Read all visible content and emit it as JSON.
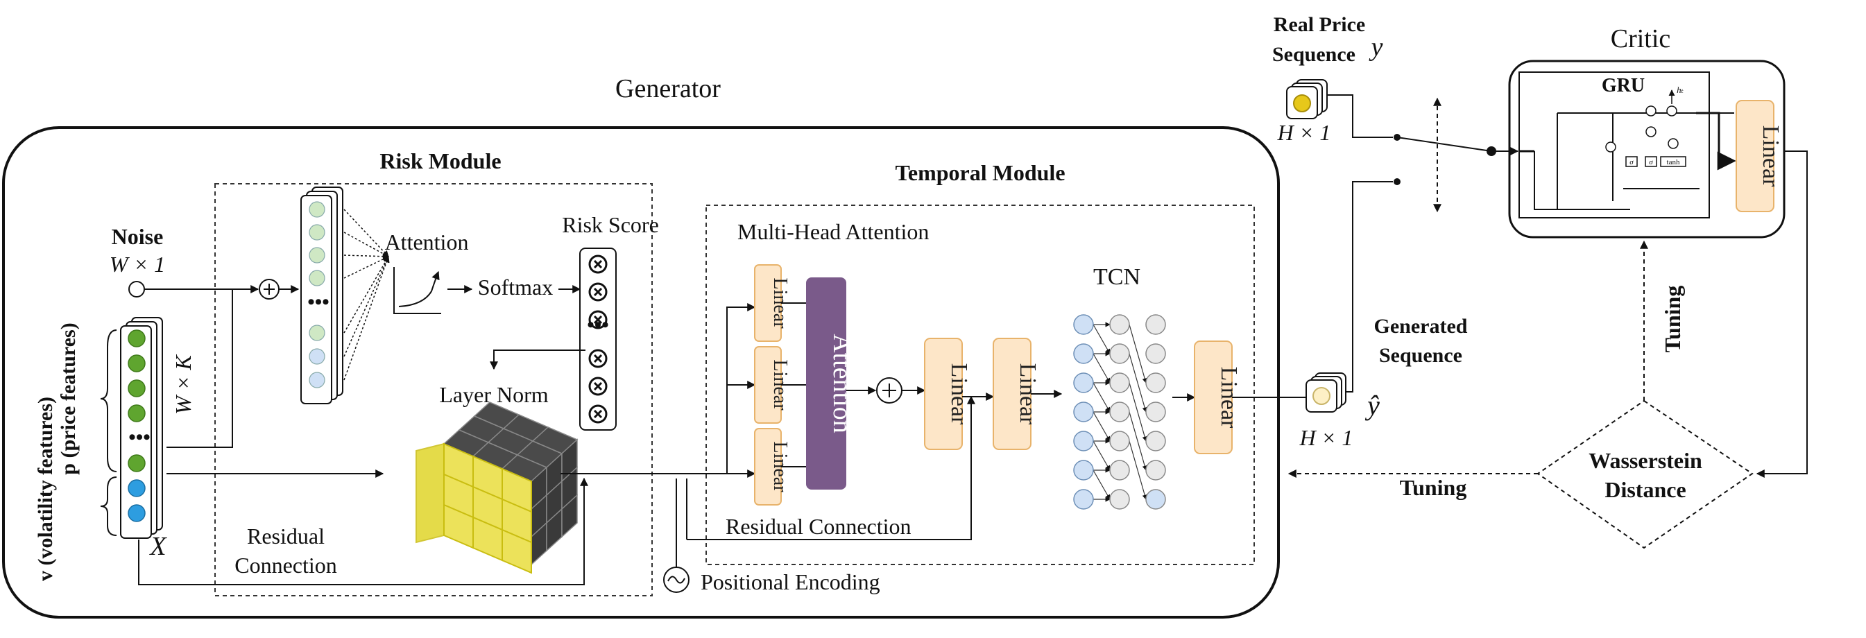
{
  "generator": {
    "title": "Generator",
    "noise_label": "Noise",
    "noise_dim": "W × 1",
    "input_dim": "W × K",
    "input_symbol": "X",
    "price_features_label": "p (price features)",
    "volatility_features_label": "v (volatility features)",
    "ellipsis": "•••",
    "risk_module": {
      "title": "Risk Module",
      "attention_label": "Attention",
      "softmax_label": "Softmax",
      "risk_score_label": "Risk Score",
      "layer_norm_label": "Layer Norm",
      "residual_label_line1": "Residual",
      "residual_label_line2": "Connection"
    },
    "temporal_module": {
      "title": "Temporal Module",
      "mha_label": "Multi-Head Attention",
      "linear_label": "Linear",
      "attention_block_label": "Attention",
      "tcn_label": "TCN",
      "residual_label": "Residual Connection",
      "positional_encoding_label": "Positional Encoding"
    }
  },
  "real_sequence": {
    "label_line1": "Real Price",
    "label_line2": "Sequence",
    "symbol": "y",
    "dim": "H × 1"
  },
  "generated_sequence": {
    "label_line1": "Generated",
    "label_line2": "Sequence",
    "symbol": "ŷ",
    "dim": "H × 1"
  },
  "critic": {
    "title": "Critic",
    "gru_label": "GRU",
    "linear_label": "Linear",
    "gate_sigma": "σ",
    "gate_tanh": "tanh",
    "hidden_state": "hₜ"
  },
  "wasserstein": {
    "line1": "Wasserstein",
    "line2": "Distance"
  },
  "tuning_label": "Tuning",
  "colors": {
    "green": "#5fa52f",
    "light_green": "#cfe8c4",
    "blue": "#2d9de0",
    "light_blue": "#cfe0f5",
    "linear_fill": "#fde6c8",
    "linear_stroke": "#e8b36b",
    "attention_fill": "#7a5a8a",
    "yellow": "#e7dc1a"
  }
}
